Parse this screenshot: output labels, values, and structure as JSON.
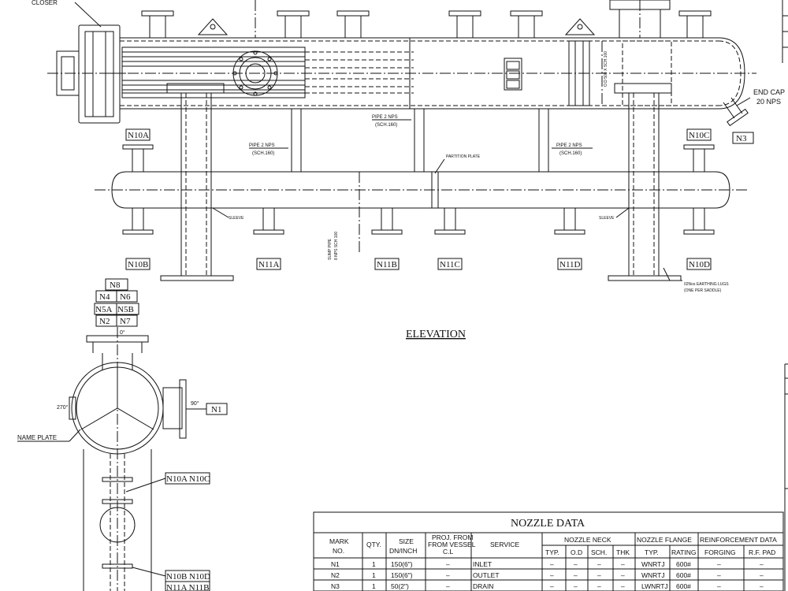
{
  "labels": {
    "closer": "CLOSER",
    "end_cap": "END CAP",
    "end_cap_size": "20 NPS",
    "pipe_left": "PIPE 2 NPS",
    "pipe_left_sch": "(SCH.160)",
    "pipe_mid": "PIPE 2 NPS",
    "pipe_mid_sch": "(SCH.160)",
    "pipe_right": "PIPE 2 NPS",
    "pipe_right_sch": "(SCH.160)",
    "partition_plate": "PARTITION PLATE",
    "sleeve_left": "SLEEVE",
    "sleeve_right": "SLEEVE",
    "sump_pipe": "SUMP PIPE",
    "sump_pipe_size": "8 NPS SCH 100",
    "shell_od": "O.D 508 X SCH.100",
    "earthing_lugs": "02Nos EARTHING LUGS",
    "earthing_lugs_sub": "(ONE PER SADDLE)",
    "name_plate": "NAME PLATE",
    "elevation": "ELEVATION",
    "angle_0": "0°",
    "angle_90": "90°",
    "angle_270": "270°"
  },
  "nozzle_tags": {
    "n3": "N3",
    "n10a": "N10A",
    "n10b": "N10B",
    "n10c": "N10C",
    "n10d": "N10D",
    "n11a": "N11A",
    "n11b": "N11B",
    "n11c": "N11C",
    "n11d": "N11D",
    "n1": "N1",
    "n8": "N8",
    "n4": "N4",
    "n6": "N6",
    "n5a": "N5A",
    "n5b": "N5B",
    "n2": "N2",
    "n7": "N7",
    "n10a_n10c": "N10A N10C",
    "n10b_n10d": "N10B N10D",
    "n11a_n11b": "N11A N11B"
  },
  "nozzle_table": {
    "title": "NOZZLE DATA",
    "headers": {
      "mark": "MARK",
      "mark2": "NO.",
      "qty": "QTY.",
      "size": "SIZE",
      "size2": "DN/INCH",
      "proj": "PROJ. FROM",
      "proj2": "FROM VESSEL",
      "proj3": "C.L",
      "service": "SERVICE",
      "neck": "NOZZLE NECK",
      "flange": "NOZZLE FLANGE",
      "reinf": "REINFORCEMENT DATA",
      "typ": "TYP.",
      "od": "O.D",
      "sch": "SCH.",
      "thk": "THK",
      "ftyp": "TYP.",
      "rating": "RATING",
      "forging": "FORGING",
      "rfpad": "R.F. PAD"
    },
    "rows": [
      {
        "mark": "N1",
        "qty": "1",
        "size": "150(6\")",
        "proj": "–",
        "service": "INLET",
        "typ": "–",
        "od": "–",
        "sch": "–",
        "thk": "–",
        "ftyp": "WNRTJ",
        "rating": "600#",
        "forging": "–",
        "rfpad": "–"
      },
      {
        "mark": "N2",
        "qty": "1",
        "size": "150(6\")",
        "proj": "–",
        "service": "OUTLET",
        "typ": "–",
        "od": "–",
        "sch": "–",
        "thk": "–",
        "ftyp": "WNRTJ",
        "rating": "600#",
        "forging": "–",
        "rfpad": "–"
      },
      {
        "mark": "N3",
        "qty": "1",
        "size": "50(2\")",
        "proj": "–",
        "service": "DRAIN",
        "typ": "–",
        "od": "–",
        "sch": "–",
        "thk": "–",
        "ftyp": "LWNRTJ",
        "rating": "600#",
        "forging": "–",
        "rfpad": "–"
      }
    ]
  }
}
